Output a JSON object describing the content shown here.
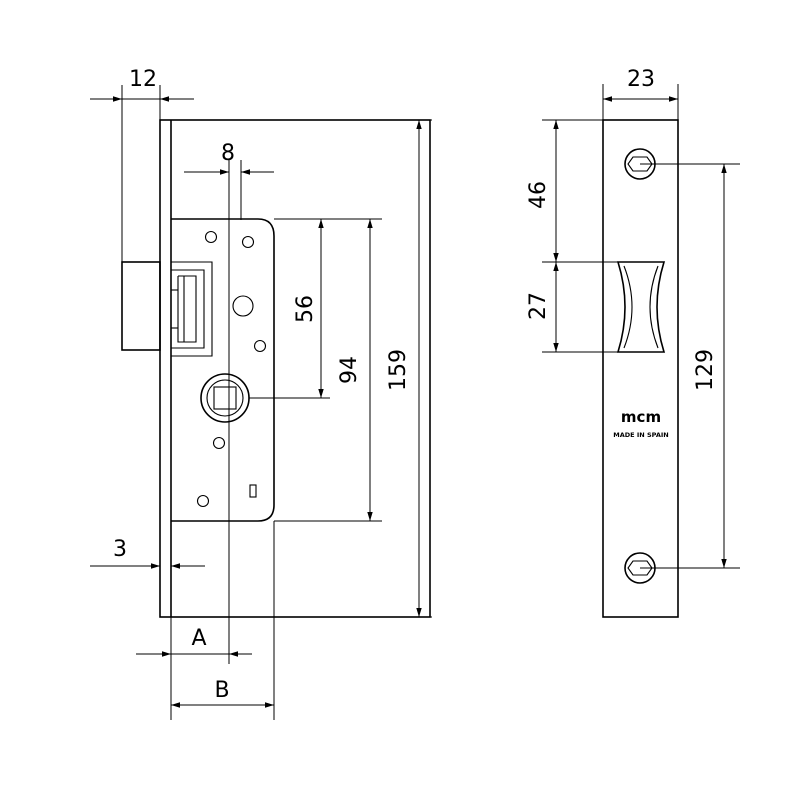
{
  "front_view": {
    "dims": {
      "backset_width": "12",
      "follower_offset": "8",
      "handle_to_spindle": "56",
      "faceplate_holes": "94",
      "total_height": "159",
      "case_offset": "3",
      "dim_a": "A",
      "dim_b": "B"
    }
  },
  "side_view": {
    "dims": {
      "faceplate_width": "23",
      "top_to_latch": "46",
      "latch_height": "27",
      "screw_distance": "129"
    },
    "brand": "mcm",
    "made_in": "MADE IN SPAIN"
  }
}
